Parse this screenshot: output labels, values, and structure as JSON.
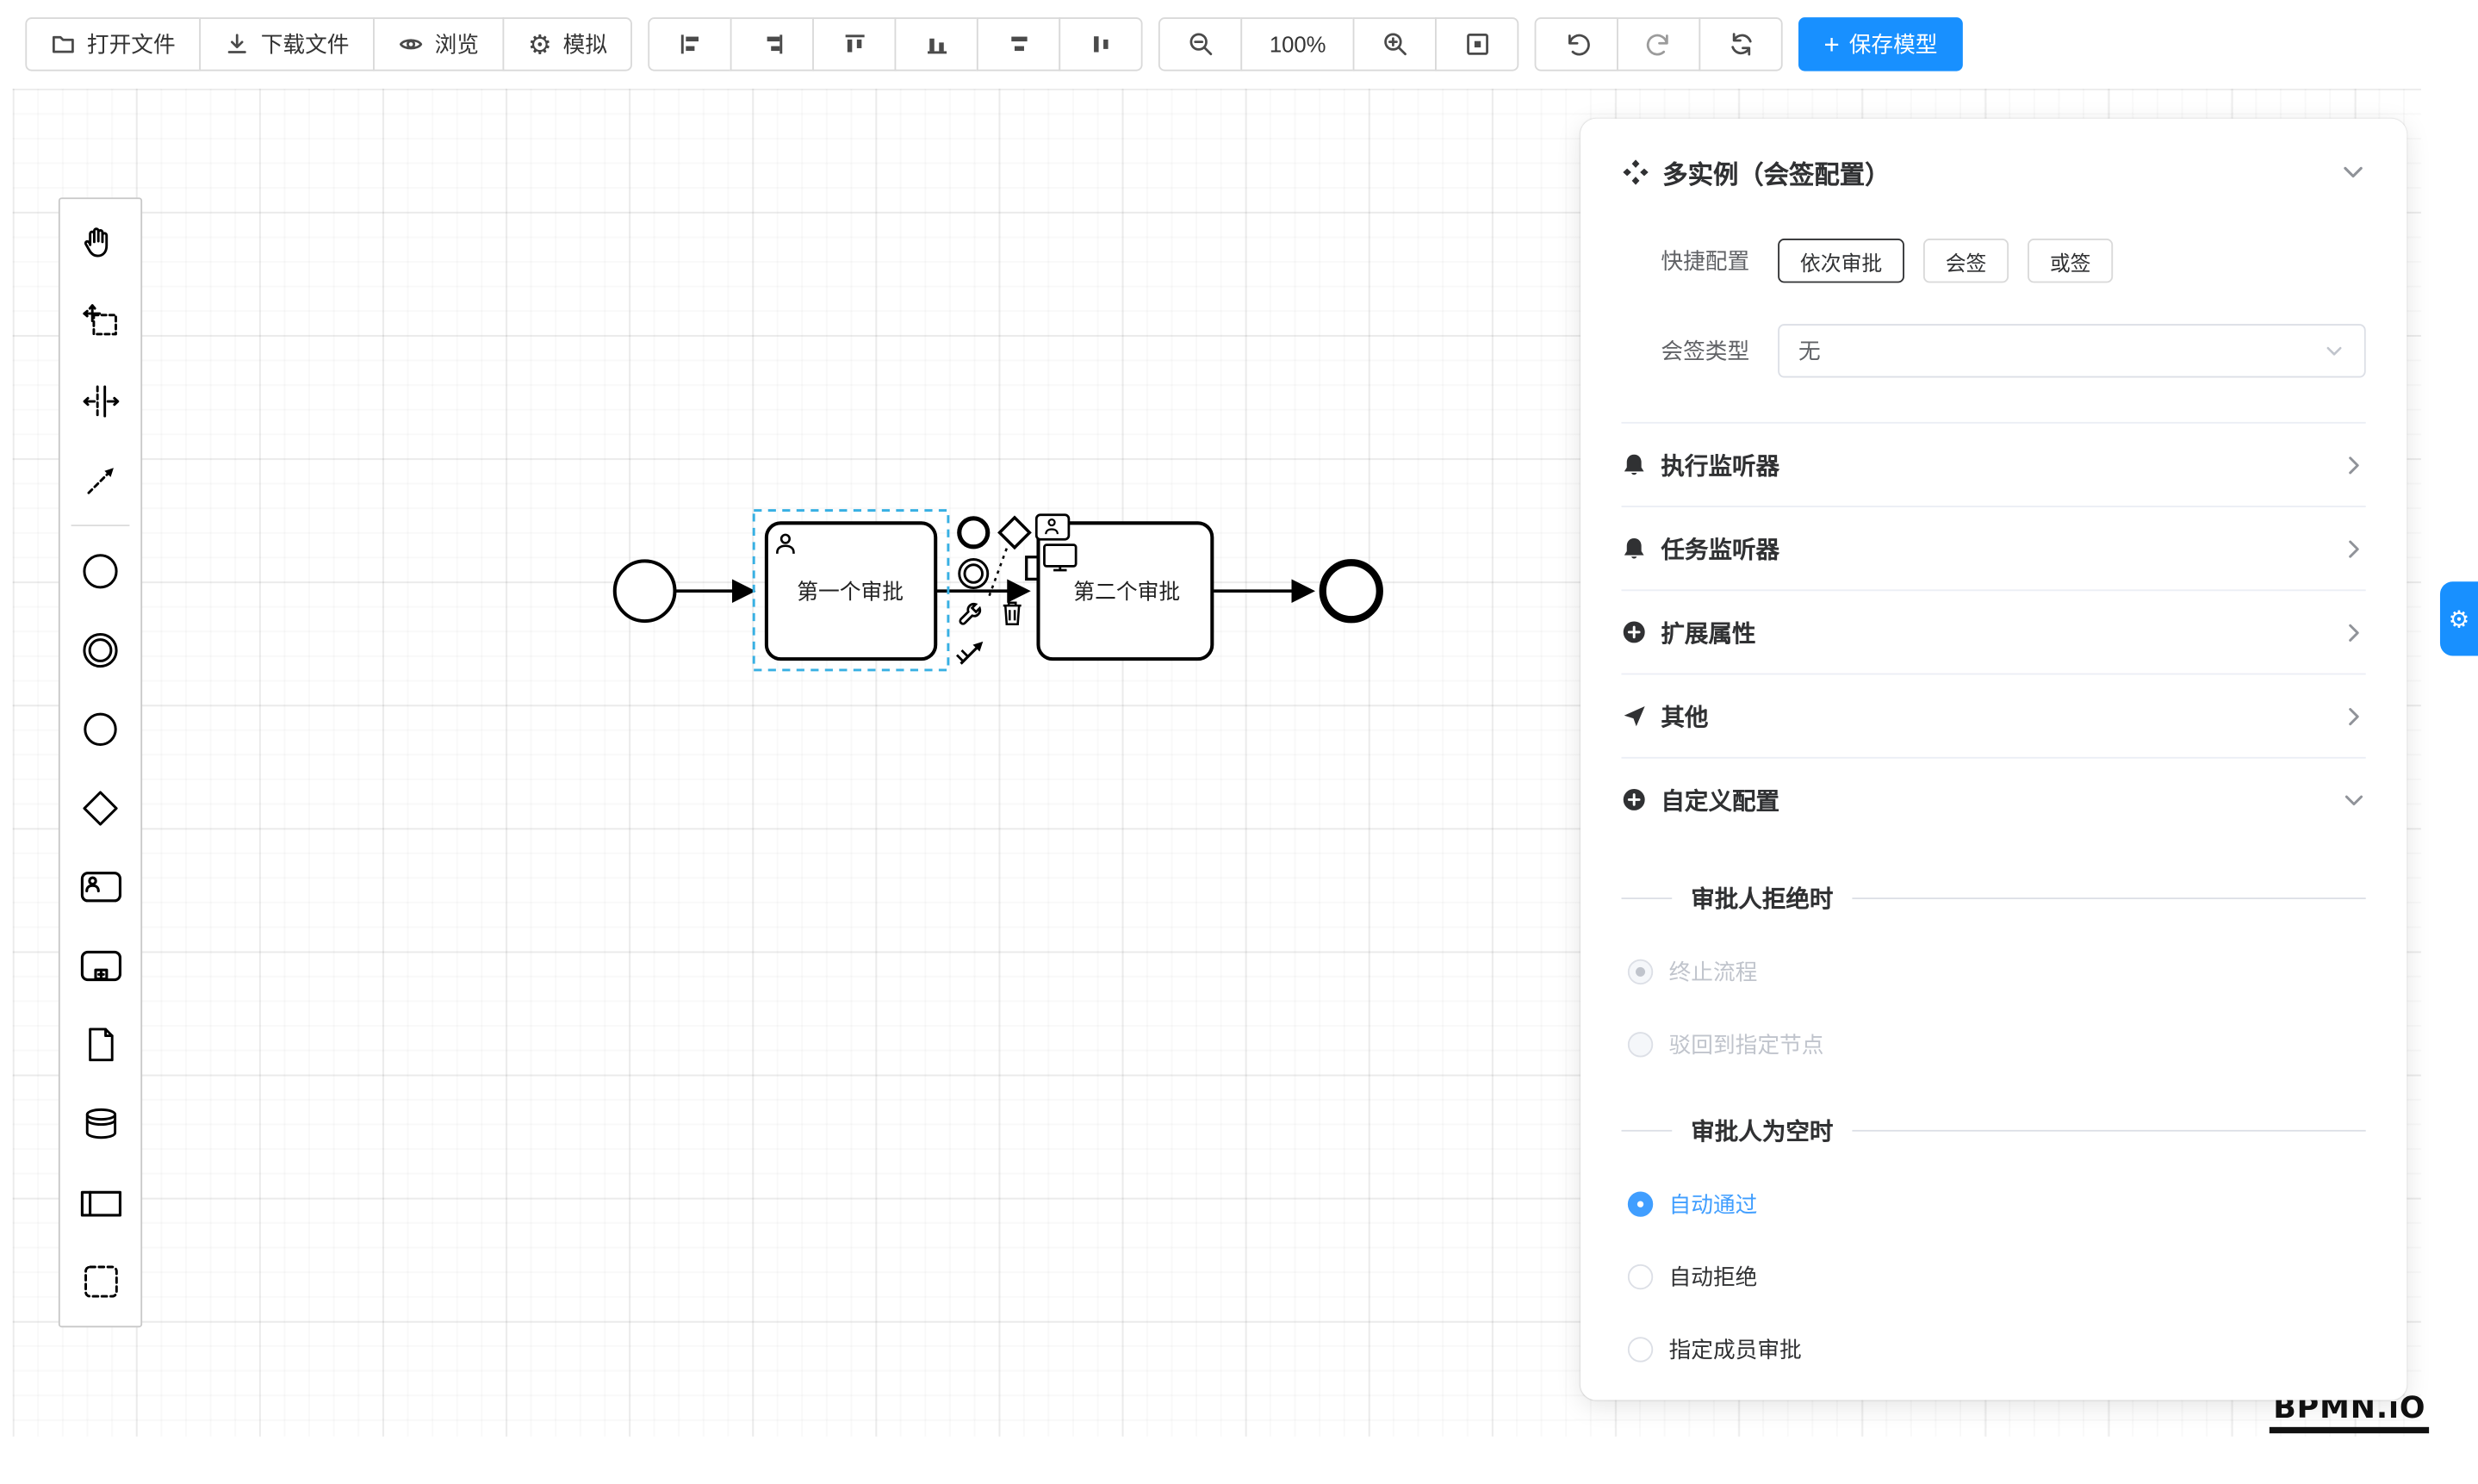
{
  "toolbar": {
    "open_file": "打开文件",
    "download_file": "下载文件",
    "preview": "浏览",
    "simulate": "模拟",
    "zoom_level": "100%",
    "save_model": "保存模型"
  },
  "icons": {
    "plus": "+",
    "gear": "⚙"
  },
  "palette_items": [
    "hand-tool",
    "lasso-tool",
    "space-tool",
    "global-connect-tool",
    "create-start-event",
    "create-intermediate-event",
    "create-end-event",
    "create-gateway",
    "create-user-task",
    "create-subprocess",
    "create-data-object",
    "create-data-store",
    "create-participant",
    "create-group"
  ],
  "diagram": {
    "task1_label": "第一个审批",
    "task2_label": "第二个审批"
  },
  "panel": {
    "title": "多实例（会签配置）",
    "quick_config": {
      "label": "快捷配置",
      "options": [
        {
          "label": "依次审批",
          "active": true
        },
        {
          "label": "会签",
          "active": false
        },
        {
          "label": "或签",
          "active": false
        }
      ]
    },
    "countersign_type": {
      "label": "会签类型",
      "value": "无"
    },
    "sections": [
      {
        "label": "执行监听器",
        "icon": "bell-icon",
        "expanded": false
      },
      {
        "label": "任务监听器",
        "icon": "bell-icon",
        "expanded": false
      },
      {
        "label": "扩展属性",
        "icon": "plus-circle-icon",
        "expanded": false
      },
      {
        "label": "其他",
        "icon": "send-icon",
        "expanded": false
      },
      {
        "label": "自定义配置",
        "icon": "plus-circle-icon",
        "expanded": true
      }
    ],
    "reject_group": {
      "title": "审批人拒绝时",
      "options": [
        {
          "label": "终止流程",
          "selected": true,
          "disabled": true
        },
        {
          "label": "驳回到指定节点",
          "selected": false,
          "disabled": true
        }
      ]
    },
    "empty_group": {
      "title": "审批人为空时",
      "options": [
        {
          "label": "自动通过",
          "selected": true,
          "disabled": false
        },
        {
          "label": "自动拒绝",
          "selected": false,
          "disabled": false
        },
        {
          "label": "指定成员审批",
          "selected": false,
          "disabled": false
        }
      ]
    }
  },
  "logo": "BPMN.iO",
  "colors": {
    "accent_blue": "#1890ff",
    "radio_blue": "#409eff",
    "selection_stroke": "#38b0e3",
    "disabled_text": "#c0c4cc"
  }
}
